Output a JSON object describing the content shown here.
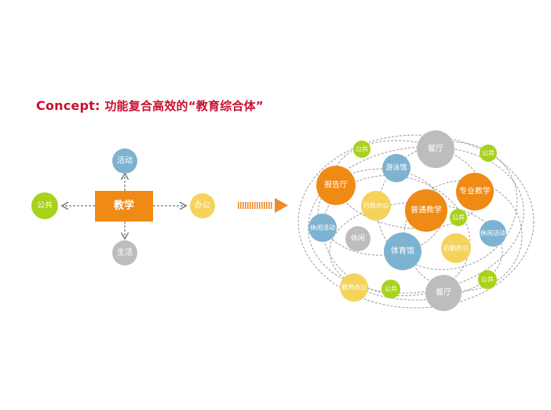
{
  "title": {
    "prefix": "Concept:",
    "text": "功能复合高效的“教育综合体”"
  },
  "colors": {
    "title": "#c8102e",
    "blue": "#7db3d1",
    "gray": "#bdbdbd",
    "green": "#a8d21c",
    "yellow": "#f5d35a",
    "orange": "#ef8a14",
    "dash": "#999999",
    "arrow": "#ee8a2a"
  },
  "left_diagram": {
    "center": "教学",
    "top": "活动",
    "left": "公共",
    "right": "办公",
    "bottom": "生活"
  },
  "right_diagram": {
    "nodes": [
      {
        "id": "canting-top",
        "label": "餐厅"
      },
      {
        "id": "gonggong-1",
        "label": "公共"
      },
      {
        "id": "gonggong-2",
        "label": "公共"
      },
      {
        "id": "youyongguan",
        "label": "游泳馆"
      },
      {
        "id": "baogaoting",
        "label": "报告厅"
      },
      {
        "id": "xingzheng",
        "label": "行政办公"
      },
      {
        "id": "putong",
        "label": "普通教学"
      },
      {
        "id": "zhuanye",
        "label": "专业教学"
      },
      {
        "id": "gonggong-3",
        "label": "公共"
      },
      {
        "id": "xiuxian-left",
        "label": "休闲活动"
      },
      {
        "id": "xiuxian",
        "label": "休闲"
      },
      {
        "id": "tiyuguan",
        "label": "体育馆"
      },
      {
        "id": "houqin",
        "label": "后勤办公"
      },
      {
        "id": "xiuxian-right",
        "label": "休闲活动"
      },
      {
        "id": "jiaoshi",
        "label": "教师办公"
      },
      {
        "id": "gonggong-4",
        "label": "公共"
      },
      {
        "id": "canting-bottom",
        "label": "餐厅"
      },
      {
        "id": "gonggong-5",
        "label": "公共"
      }
    ]
  }
}
